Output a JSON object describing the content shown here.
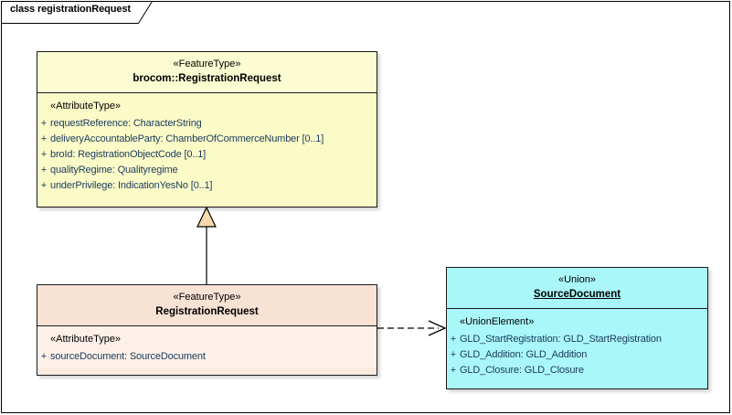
{
  "diagram": {
    "title": "class registrationRequest",
    "type": "uml-class-diagram"
  },
  "classes": [
    {
      "id": "brocom-registrationrequest",
      "stereotype": "«FeatureType»",
      "name": "brocom::RegistrationRequest",
      "fill": "#fbfbc8",
      "compartment_stereotype": "«AttributeType»",
      "attributes": [
        {
          "visibility": "+",
          "text": "requestReference: CharacterString"
        },
        {
          "visibility": "+",
          "text": "deliveryAccountableParty: ChamberOfCommerceNumber [0..1]"
        },
        {
          "visibility": "+",
          "text": "broId: RegistrationObjectCode [0..1]"
        },
        {
          "visibility": "+",
          "text": "qualityRegime: Qualityregime"
        },
        {
          "visibility": "+",
          "text": "underPrivilege: IndicationYesNo [0..1]"
        }
      ]
    },
    {
      "id": "registrationrequest",
      "stereotype": "«FeatureType»",
      "name": "RegistrationRequest",
      "fill": "#fbeadd",
      "compartment_stereotype": "«AttributeType»",
      "attributes": [
        {
          "visibility": "+",
          "text": "sourceDocument: SourceDocument"
        }
      ]
    },
    {
      "id": "sourcedocument",
      "stereotype": "«Union»",
      "name": "SourceDocument",
      "fill": "#aaf7f9",
      "compartment_stereotype": "«UnionElement»",
      "attributes": [
        {
          "visibility": "+",
          "text": "GLD_StartRegistration: GLD_StartRegistration"
        },
        {
          "visibility": "+",
          "text": "GLD_Addition: GLD_Addition"
        },
        {
          "visibility": "+",
          "text": "GLD_Closure: GLD_Closure"
        }
      ]
    }
  ],
  "connectors": [
    {
      "id": "generalization",
      "kind": "generalization",
      "from": "registrationrequest",
      "to": "brocom-registrationrequest",
      "line": "solid",
      "arrow": "hollow-triangle",
      "arrow_fill": "#f7d9ae"
    },
    {
      "id": "dependency",
      "kind": "dependency",
      "from": "registrationrequest",
      "to": "sourcedocument",
      "line": "dashed",
      "arrow": "open"
    }
  ],
  "colors": {
    "featuretype_yellow": "#fbfbc8",
    "featuretype_peach": "#fbeadd",
    "union_cyan": "#aaf7f9",
    "text": "#000000",
    "attribute_text": "#1b3a5c",
    "border": "#1a1a1a"
  }
}
